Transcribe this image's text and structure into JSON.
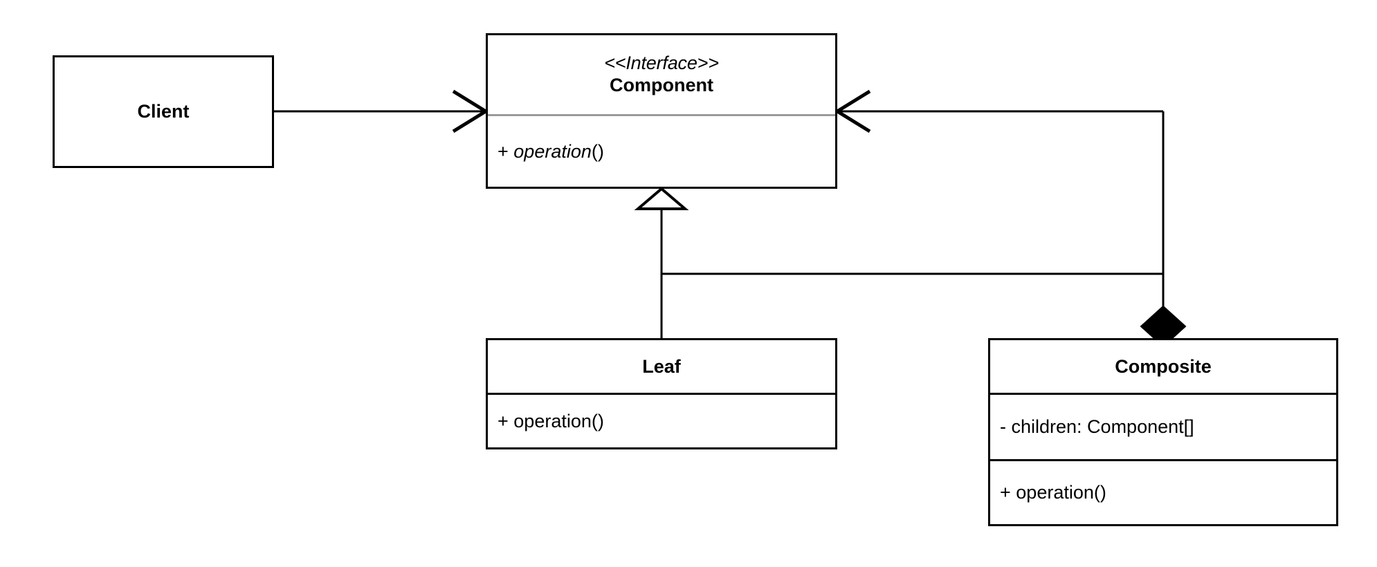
{
  "diagram": {
    "kind": "uml-class-diagram",
    "pattern_title": "Composite",
    "background_color": "#ffffff",
    "line_color": "#000000",
    "separator_gray": "#9a9a9a"
  },
  "classes": {
    "client": {
      "name": "Client",
      "compartments": []
    },
    "component": {
      "stereotype": "<<Interface>>",
      "name": "Component",
      "operations": [
        {
          "prefix": "+ ",
          "name": "operation",
          "suffix": "()",
          "abstract": true
        }
      ]
    },
    "leaf": {
      "name": "Leaf",
      "operations": [
        {
          "prefix": "+ ",
          "name": "operation",
          "suffix": "()",
          "abstract": false
        }
      ]
    },
    "composite": {
      "name": "Composite",
      "attributes": [
        {
          "text": "- children: Component[]"
        }
      ],
      "operations": [
        {
          "prefix": "+ ",
          "name": "operation",
          "suffix": "()",
          "abstract": false
        }
      ]
    }
  },
  "relationships": [
    {
      "id": "client-uses-component",
      "type": "association",
      "source": "Client",
      "target": "Component",
      "arrowhead": "open-line",
      "direction": "right"
    },
    {
      "id": "composite-realizes-component",
      "type": "association",
      "source": "Composite",
      "target": "Component",
      "arrowhead": "open-line",
      "direction": "left"
    },
    {
      "id": "leaf-composite-generalize-component",
      "type": "generalization",
      "source": "Leaf, Composite",
      "target": "Component",
      "arrowhead": "hollow-triangle",
      "direction": "up"
    },
    {
      "id": "composite-aggregates-component",
      "type": "composition",
      "source": "Composite",
      "target": "Component",
      "arrowhead": "filled-diamond",
      "direction": "down"
    }
  ]
}
